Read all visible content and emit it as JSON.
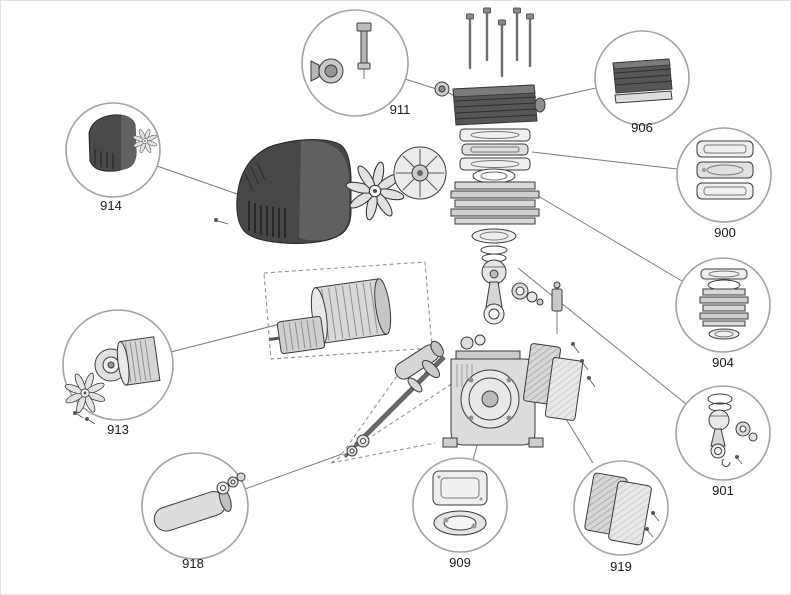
{
  "colors": {
    "background": "#ffffff",
    "outline": "#3a3a3a",
    "dark_part": "#474747",
    "light_part": "#e3e3e3",
    "circle_stroke": "#a3a3a3",
    "leader_line": "#7a7a7a",
    "label_text": "#1a1a1a"
  },
  "parts": [
    {
      "number": "914"
    },
    {
      "number": "911"
    },
    {
      "number": "906"
    },
    {
      "number": "900"
    },
    {
      "number": "904"
    },
    {
      "number": "901"
    },
    {
      "number": "913"
    },
    {
      "number": "918"
    },
    {
      "number": "909"
    },
    {
      "number": "919"
    }
  ]
}
